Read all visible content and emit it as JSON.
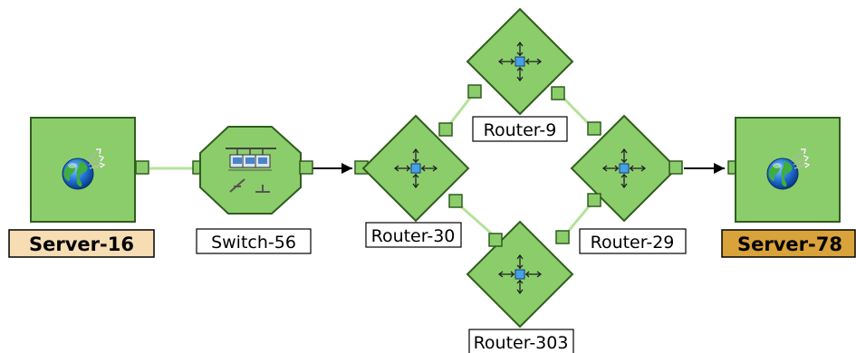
{
  "nodes": {
    "server_16": {
      "label": "Server-16",
      "type": "server",
      "label_bg": "#f6ddb4"
    },
    "switch_56": {
      "label": "Switch-56",
      "type": "switch"
    },
    "router_30": {
      "label": "Router-30",
      "type": "router"
    },
    "router_9": {
      "label": "Router-9",
      "type": "router"
    },
    "router_303": {
      "label": "Router-303",
      "type": "router"
    },
    "router_29": {
      "label": "Router-29",
      "type": "router"
    },
    "server_78": {
      "label": "Server-78",
      "type": "server",
      "label_bg": "#d9a23a"
    }
  },
  "edges": [
    {
      "from": "Server-16",
      "to": "Switch-56",
      "style": "light-green"
    },
    {
      "from": "Switch-56",
      "to": "Router-30",
      "style": "black-arrow"
    },
    {
      "from": "Router-30",
      "to": "Router-9",
      "style": "light-green"
    },
    {
      "from": "Router-30",
      "to": "Router-303",
      "style": "light-green"
    },
    {
      "from": "Router-9",
      "to": "Router-29",
      "style": "light-green"
    },
    {
      "from": "Router-303",
      "to": "Router-29",
      "style": "light-green"
    },
    {
      "from": "Router-29",
      "to": "Server-78",
      "style": "black-arrow"
    }
  ],
  "colors": {
    "node_fill": "#8ccd6b",
    "node_stroke": "#2f5d1e",
    "link_green": "#b5e29b",
    "port_fill": "#8ccd6b",
    "arrow": "#000000"
  },
  "icons": {
    "server": "globe-with-arrows-icon",
    "switch": "network-switch-icon",
    "router": "four-way-arrows-icon"
  }
}
